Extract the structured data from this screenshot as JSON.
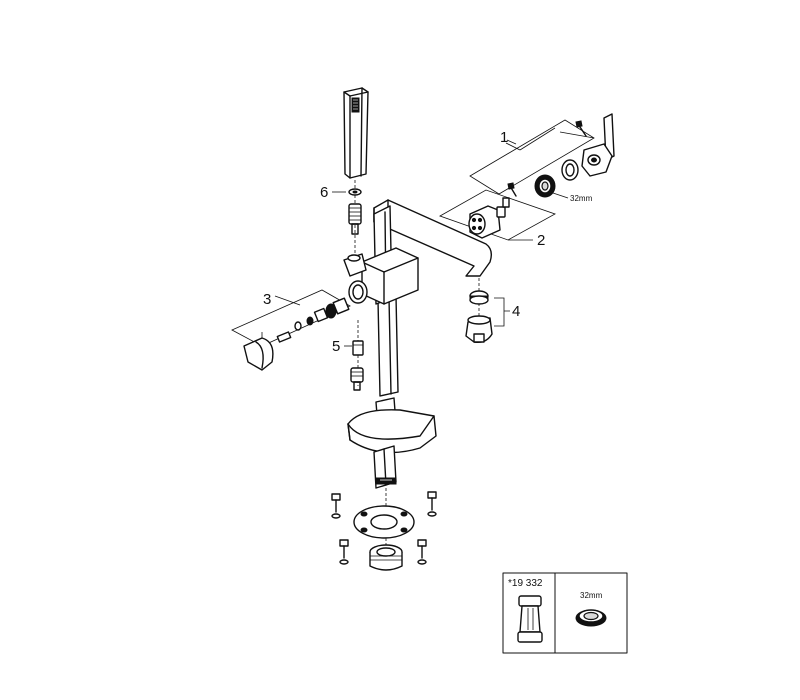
{
  "callouts": {
    "c1": "1",
    "c2": "2",
    "c3": "3",
    "c4": "4",
    "c5": "5",
    "c6": "6"
  },
  "size_label_main": "32mm",
  "inset": {
    "part_number": "*19 332",
    "size_label": "32mm"
  }
}
